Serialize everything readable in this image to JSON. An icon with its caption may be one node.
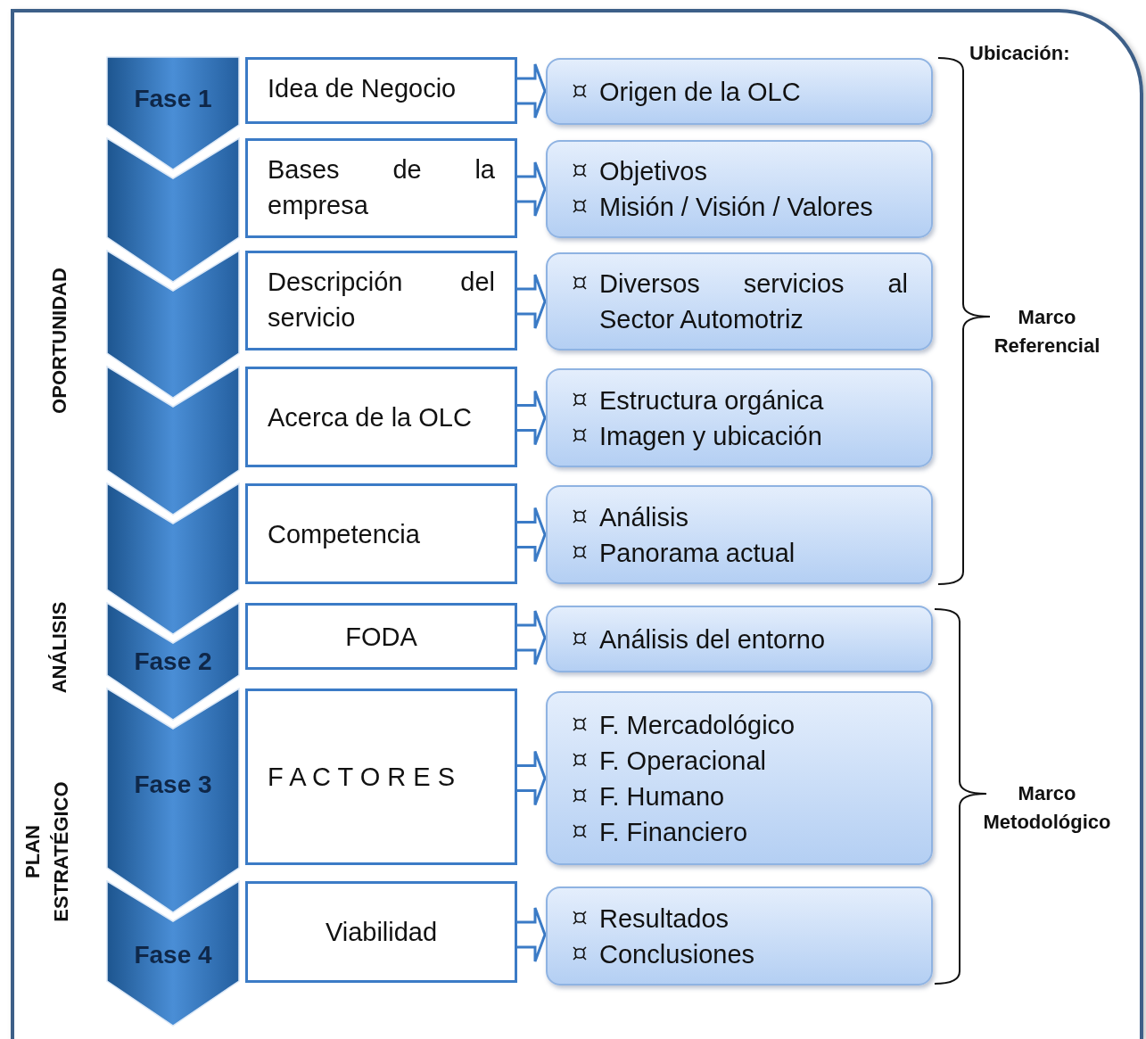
{
  "diagram": {
    "nodes": [
      {
        "text": [
          "Fase 1"
        ]
      },
      {
        "text": [
          "Idea de Negocio"
        ]
      },
      {
        "text": [
          "Origen de la OLC"
        ]
      },
      {
        "text": [],
        "shape": "chevron"
      },
      {
        "text": [
          "Bases de la empresa"
        ]
      },
      {
        "text": [
          "Objetivos",
          "Misión / Visión / Valores"
        ]
      },
      {
        "text": [],
        "shape": "chevron"
      },
      {
        "text": [
          "Descripción del servicio"
        ]
      },
      {
        "text": [
          "Diversos servicios al Sector Automotriz"
        ]
      },
      {
        "text": [],
        "shape": "chevron"
      },
      {
        "text": [
          "Acerca de la OLC"
        ]
      },
      {
        "text": [
          "Estructura orgánica",
          "Imagen y ubicación"
        ]
      },
      {
        "text": [],
        "shape": "chevron"
      },
      {
        "text": [
          "Competencia"
        ]
      },
      {
        "text": [
          "Análisis",
          "Panorama actual"
        ]
      },
      {
        "text": [
          "Fase 2"
        ]
      },
      {
        "text": [
          "FODA"
        ]
      },
      {
        "text": [
          "Análisis del entorno"
        ]
      },
      {
        "text": [
          "Fase 3"
        ]
      },
      {
        "text": [
          "F A C T O R E S"
        ]
      },
      {
        "text": [
          "F. Mercadológico",
          "F. Operacional",
          "F. Humano",
          "F. Financiero"
        ]
      },
      {
        "text": [
          "Fase 4"
        ]
      },
      {
        "text": [
          "Viabilidad"
        ]
      },
      {
        "text": [
          "Resultados",
          "Conclusiones"
        ]
      }
    ],
    "edges": [
      {
        "from": 1,
        "to": 2,
        "arrow": "to"
      },
      {
        "from": 4,
        "to": 5,
        "arrow": "to"
      },
      {
        "from": 7,
        "to": 8,
        "arrow": "to"
      },
      {
        "from": 10,
        "to": 11,
        "arrow": "to"
      },
      {
        "from": 13,
        "to": 14,
        "arrow": "to"
      },
      {
        "from": 16,
        "to": 17,
        "arrow": "to"
      },
      {
        "from": 19,
        "to": 20,
        "arrow": "to"
      },
      {
        "from": 22,
        "to": 23,
        "arrow": "to"
      }
    ],
    "labels": [
      "Ubicación:",
      "OPORTUNIDAD",
      "Marco Referencial",
      "ANÁLISIS",
      "Marco Metodológico",
      "PLAN ESTRATÉGICO"
    ]
  }
}
